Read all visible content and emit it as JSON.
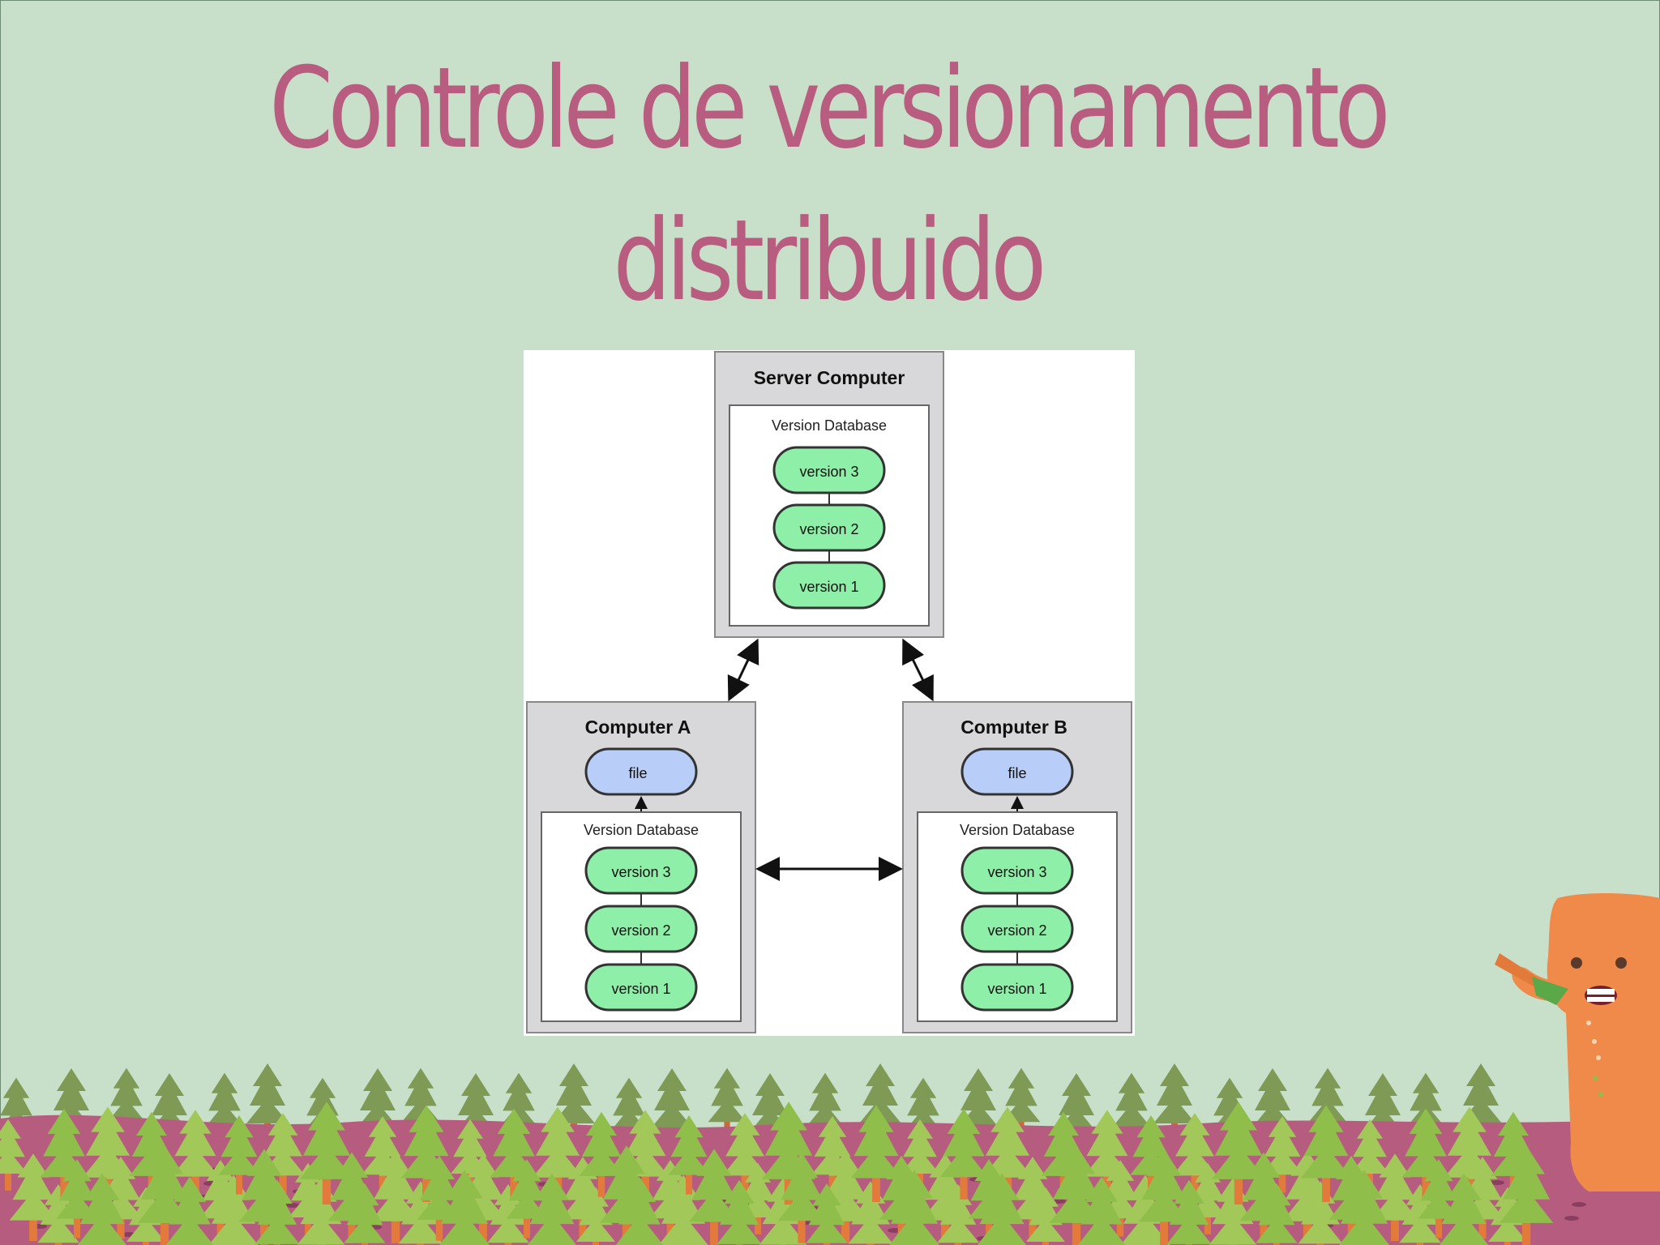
{
  "slide": {
    "title_line1": "Controle de versionamento",
    "title_line2": "distribuido"
  },
  "diagram": {
    "server": {
      "title": "Server Computer",
      "db_label": "Version Database",
      "versions": [
        "version 3",
        "version 2",
        "version 1"
      ]
    },
    "computer_a": {
      "title": "Computer A",
      "file_label": "file",
      "db_label": "Version Database",
      "versions": [
        "version 3",
        "version 2",
        "version 1"
      ]
    },
    "computer_b": {
      "title": "Computer B",
      "file_label": "file",
      "db_label": "Version Database",
      "versions": [
        "version 3",
        "version 2",
        "version 1"
      ]
    }
  },
  "colors": {
    "background": "#c8e0ca",
    "title": "#b85c80",
    "version_fill": "#8ef0a8",
    "file_fill": "#b8cdf8",
    "box_fill": "#d8d8da",
    "ground": "#b65c7e",
    "tree": "#8fbf4a",
    "trunk": "#e27a3b",
    "monster": "#ef8a4a"
  },
  "icons": [
    "tree-icon",
    "monster-character"
  ]
}
